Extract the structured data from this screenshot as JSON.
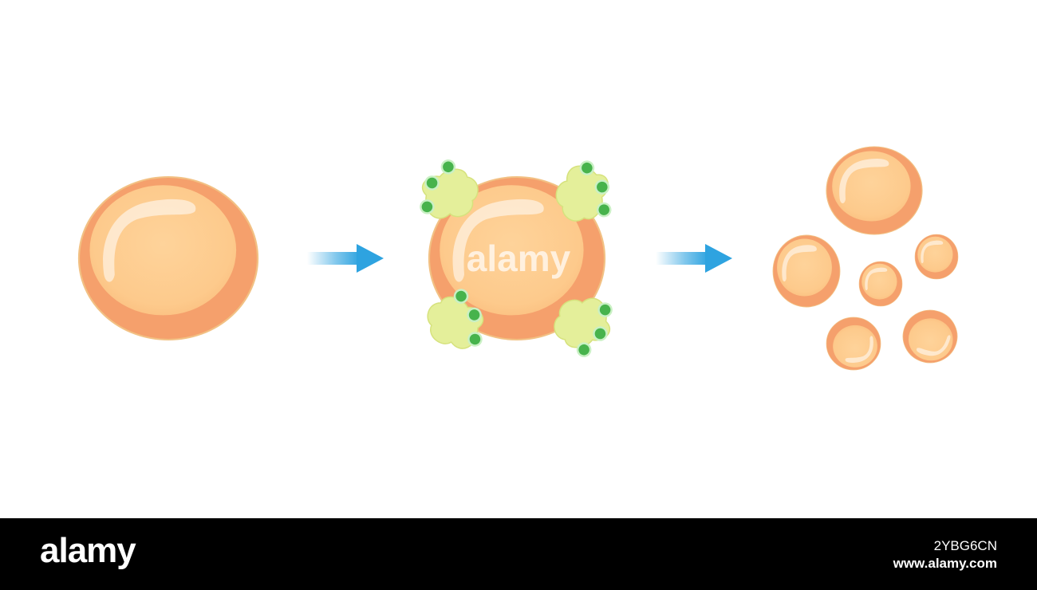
{
  "diagram": {
    "stages": [
      {
        "name": "fat-cell",
        "description": ""
      },
      {
        "name": "fat-cell-with-enzymes",
        "description": ""
      },
      {
        "name": "fragmented-fat-cells",
        "description": ""
      }
    ],
    "colors": {
      "cell_outer": "#f7a46e",
      "cell_inner": "#fdcb8e",
      "highlight": "#ffffff",
      "enzyme_body": "#e4ef9a",
      "enzyme_dot": "#47b34c",
      "arrow": "#2ea3e0"
    }
  },
  "watermark": {
    "center_text": "alamy"
  },
  "footer": {
    "logo": "alamy",
    "image_id": "2YBG6CN",
    "url": "www.alamy.com"
  }
}
